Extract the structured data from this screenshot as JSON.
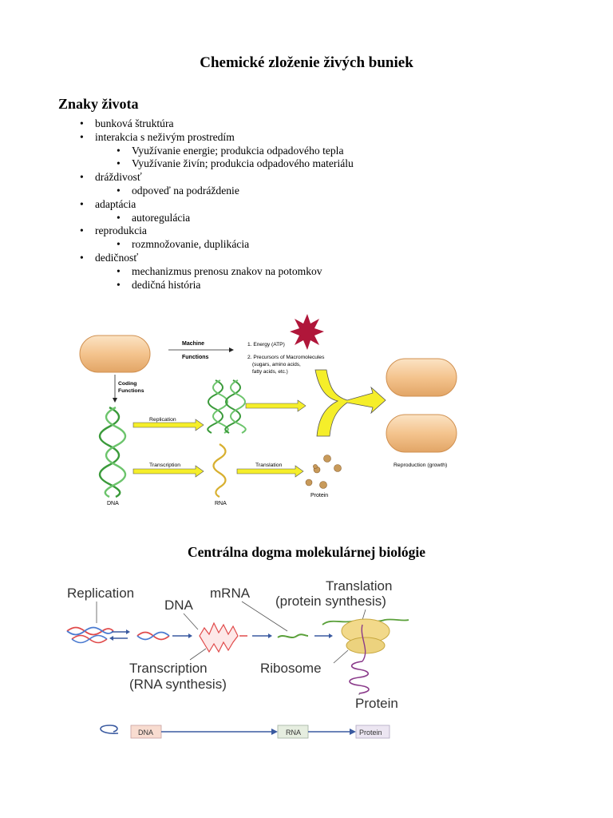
{
  "title": "Chemické zloženie živých buniek",
  "section": "Znaky života",
  "signs": [
    {
      "label": "bunková štruktúra",
      "sub": []
    },
    {
      "label": "interakcia s neživým prostredím",
      "sub": [
        "Využívanie energie; produkcia odpadového tepla",
        "Využívanie živín; produkcia odpadového materiálu"
      ]
    },
    {
      "label": "dráždivosť",
      "sub": [
        "odpoveď na podráždenie"
      ]
    },
    {
      "label": "adaptácia",
      "sub": [
        "autoregulácia"
      ]
    },
    {
      "label": "reprodukcia",
      "sub": [
        "rozmnožovanie, duplikácia"
      ]
    },
    {
      "label": "dedičnosť",
      "sub": [
        "mechanizmus prenosu znakov na potomkov",
        "dedičná história"
      ]
    }
  ],
  "figure1": {
    "machine_line1": "Machine",
    "machine_line2": "Functions",
    "energy": "1. Energy (ATP)",
    "precursors": "2. Precursors of Macromolecules",
    "precursors_detail1": "(sugars, amino acids,",
    "precursors_detail2": "fatty acids, etc.)",
    "coding_line1": "Coding",
    "coding_line2": "Functions",
    "replication": "Replication",
    "transcription": "Transcription",
    "translation": "Translation",
    "dna": "DNA",
    "rna": "RNA",
    "protein": "Protein",
    "reproduction": "Reproduction (growth)"
  },
  "section2": "Centrálna dogma molekulárnej biológie",
  "figure2": {
    "replication": "Replication",
    "dna": "DNA",
    "mrna": "mRNA",
    "translation": "Translation",
    "protein_synthesis": "(protein synthesis)",
    "transcription": "Transcription",
    "rna_synthesis": "(RNA synthesis)",
    "ribosome": "Ribosome",
    "protein": "Protein",
    "box_dna": "DNA",
    "box_rna": "RNA",
    "box_protein": "Protein"
  },
  "colors": {
    "cell": "#f3c08a",
    "arrow_yellow": "#f5ee2a",
    "dna_green": "#3a9a3a",
    "rna_gold": "#d8b030",
    "star": "#b0163a",
    "helix_red": "#e04a4a",
    "helix_blue": "#4a7ad0"
  }
}
